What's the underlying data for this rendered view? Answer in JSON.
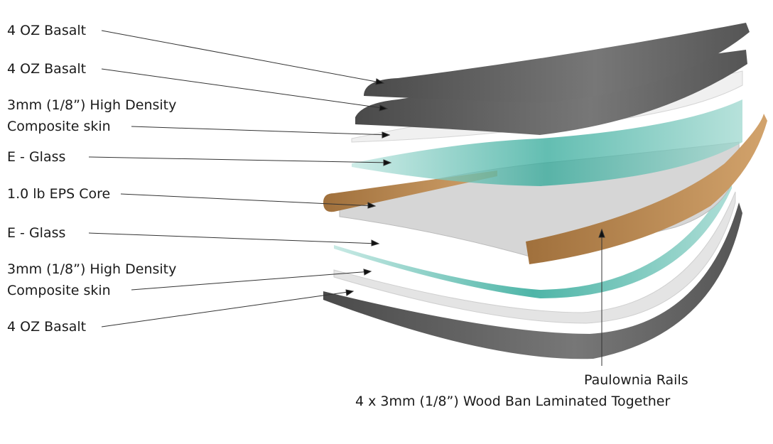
{
  "labels": {
    "basalt_top_1": "4 OZ Basalt",
    "basalt_top_2": "4 OZ Basalt",
    "skin_top_line1": "3mm (1/8”) High Density",
    "skin_top_line2": "Composite skin",
    "eglass_top": "E - Glass",
    "eps_core": "1.0 lb EPS Core",
    "eglass_bottom": "E - Glass",
    "skin_bottom_line1": "3mm (1/8”) High Density",
    "skin_bottom_line2": "Composite skin",
    "basalt_bottom": "4 OZ Basalt",
    "rails_line1": "Paulownia Rails",
    "rails_line2": "4 x 3mm (1/8”) Wood Ban Laminated Together"
  },
  "colors": {
    "basalt": "#5e5e5e",
    "skin": "#e6e6e6",
    "eglass": "#3fb8a8",
    "core": "#d4d4d4",
    "wood": "#b98a55"
  }
}
